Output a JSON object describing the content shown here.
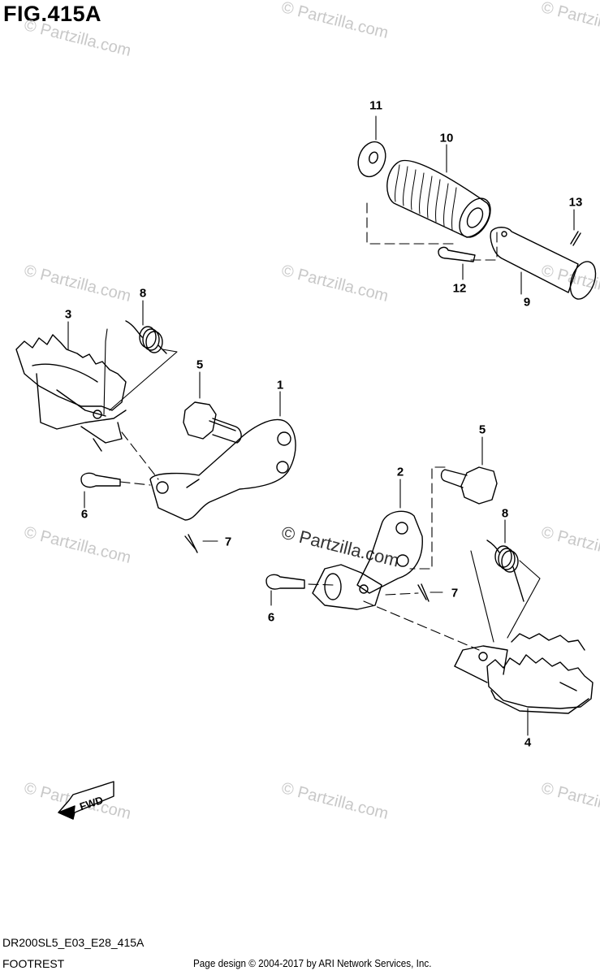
{
  "figure": {
    "title": "FIG.415A"
  },
  "callouts": [
    {
      "id": "1",
      "label": "1"
    },
    {
      "id": "2",
      "label": "2"
    },
    {
      "id": "3",
      "label": "3"
    },
    {
      "id": "4",
      "label": "4"
    },
    {
      "id": "5a",
      "label": "5"
    },
    {
      "id": "5b",
      "label": "5"
    },
    {
      "id": "6a",
      "label": "6"
    },
    {
      "id": "6b",
      "label": "6"
    },
    {
      "id": "7a",
      "label": "7"
    },
    {
      "id": "7b",
      "label": "7"
    },
    {
      "id": "8a",
      "label": "8"
    },
    {
      "id": "8b",
      "label": "8"
    },
    {
      "id": "9",
      "label": "9"
    },
    {
      "id": "10",
      "label": "10"
    },
    {
      "id": "11",
      "label": "11"
    },
    {
      "id": "12",
      "label": "12"
    },
    {
      "id": "13",
      "label": "13"
    }
  ],
  "fwd_label": "FWD",
  "footer": {
    "model_code": "DR200SL5_E03_E28_415A",
    "section_name": "FOOTREST",
    "copyright": "Page design © 2004-2017 by ARI Network Services, Inc."
  },
  "watermark": {
    "text": "© Partzilla.com"
  }
}
